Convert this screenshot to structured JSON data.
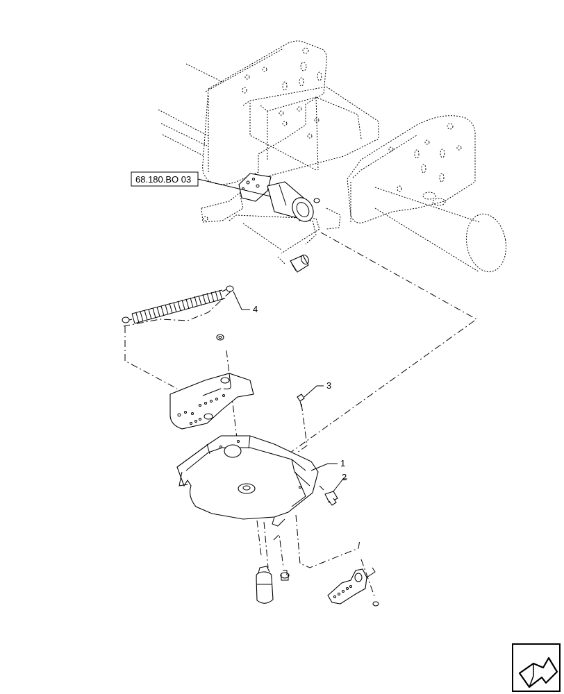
{
  "reference_label": "68.180.BO 03",
  "callouts": {
    "c1": "1",
    "c2": "2",
    "c3": "3",
    "c4": "4"
  },
  "nav_icon": "next-page-arrow-icon"
}
